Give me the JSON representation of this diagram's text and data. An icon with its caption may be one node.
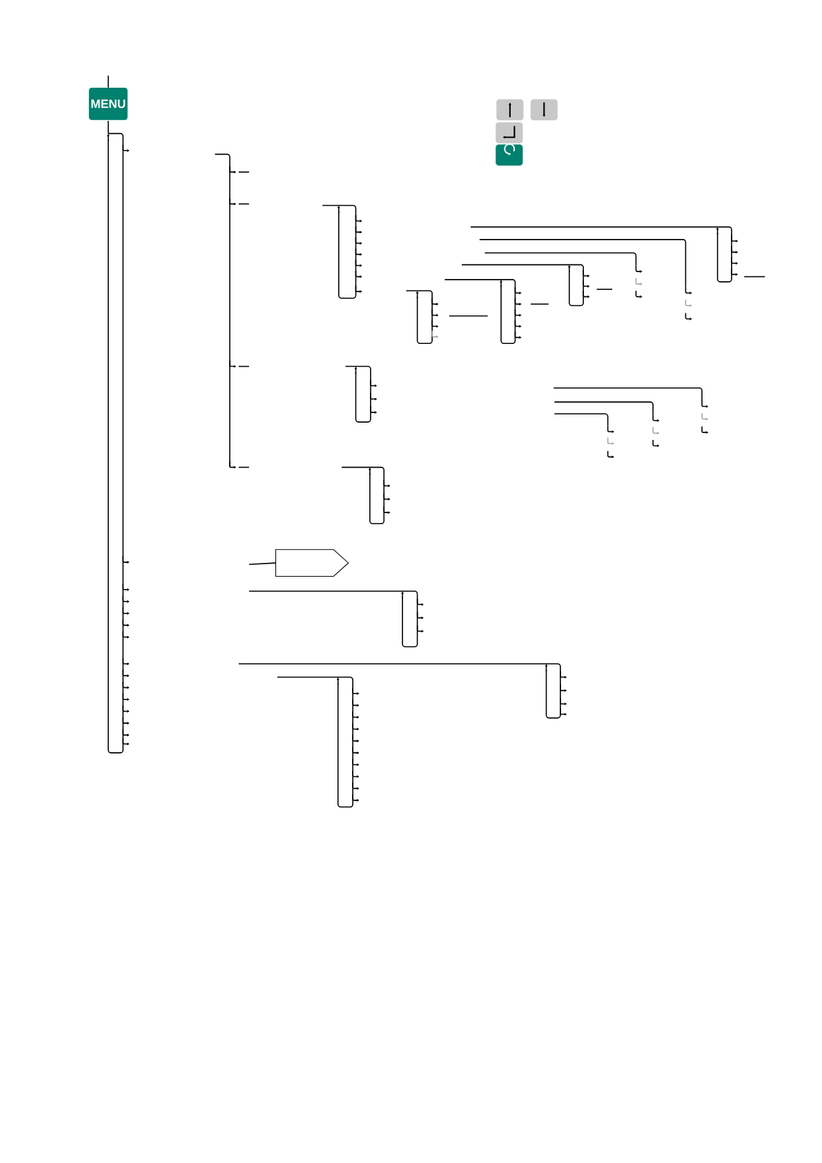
{
  "diagram": {
    "nodes": [
      {
        "text": [
          "MENU"
        ]
      },
      {
        "text": [],
        "shape": "pentagon"
      }
    ],
    "edges": [
      {
        "from": null,
        "to": 0,
        "arrow": "none"
      },
      {
        "from": null,
        "to": 1,
        "arrow": "none"
      }
    ]
  }
}
